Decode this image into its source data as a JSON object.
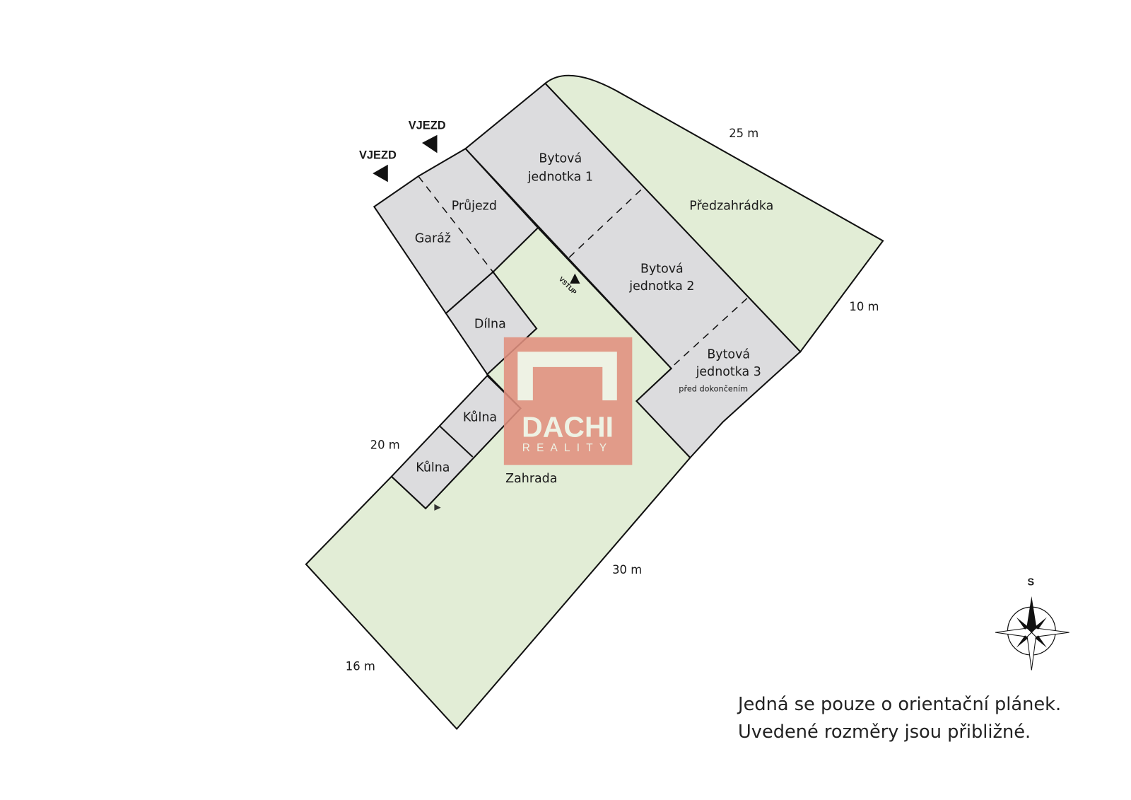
{
  "plan": {
    "entrances": {
      "vjezd_1": "VJEZD",
      "vjezd_2": "VJEZD",
      "vstup": "VSTUP"
    },
    "rooms": {
      "pruj": "Průjezd",
      "garaz": "Garáž",
      "dilna": "Dílna",
      "kulna_1": "Kůlna",
      "kulna_2": "Kůlna",
      "bj1_line1": "Bytová",
      "bj1_line2": "jednotka 1",
      "bj2_line1": "Bytová",
      "bj2_line2": "jednotka 2",
      "bj3_line1": "Bytová",
      "bj3_line2": "jednotka 3",
      "bj3_note": "před dokončením",
      "predzahradka": "Předzahrádka",
      "zahrada": "Zahrada"
    },
    "dimensions": {
      "top": "25 m",
      "right": "10 m",
      "left": "20 m",
      "bottom_right": "30 m",
      "bottom_left": "16 m"
    },
    "compass": {
      "label": "S"
    },
    "logo": {
      "name": "DACHI",
      "sub": "REALITY"
    },
    "note": {
      "line1": "Jedná se pouze o orientační plánek.",
      "line2": "Uvedené rozměry jsou přibližné."
    }
  },
  "colors": {
    "building": "#dcdcde",
    "garden": "#e2edd6",
    "logo": "#e0907e"
  }
}
